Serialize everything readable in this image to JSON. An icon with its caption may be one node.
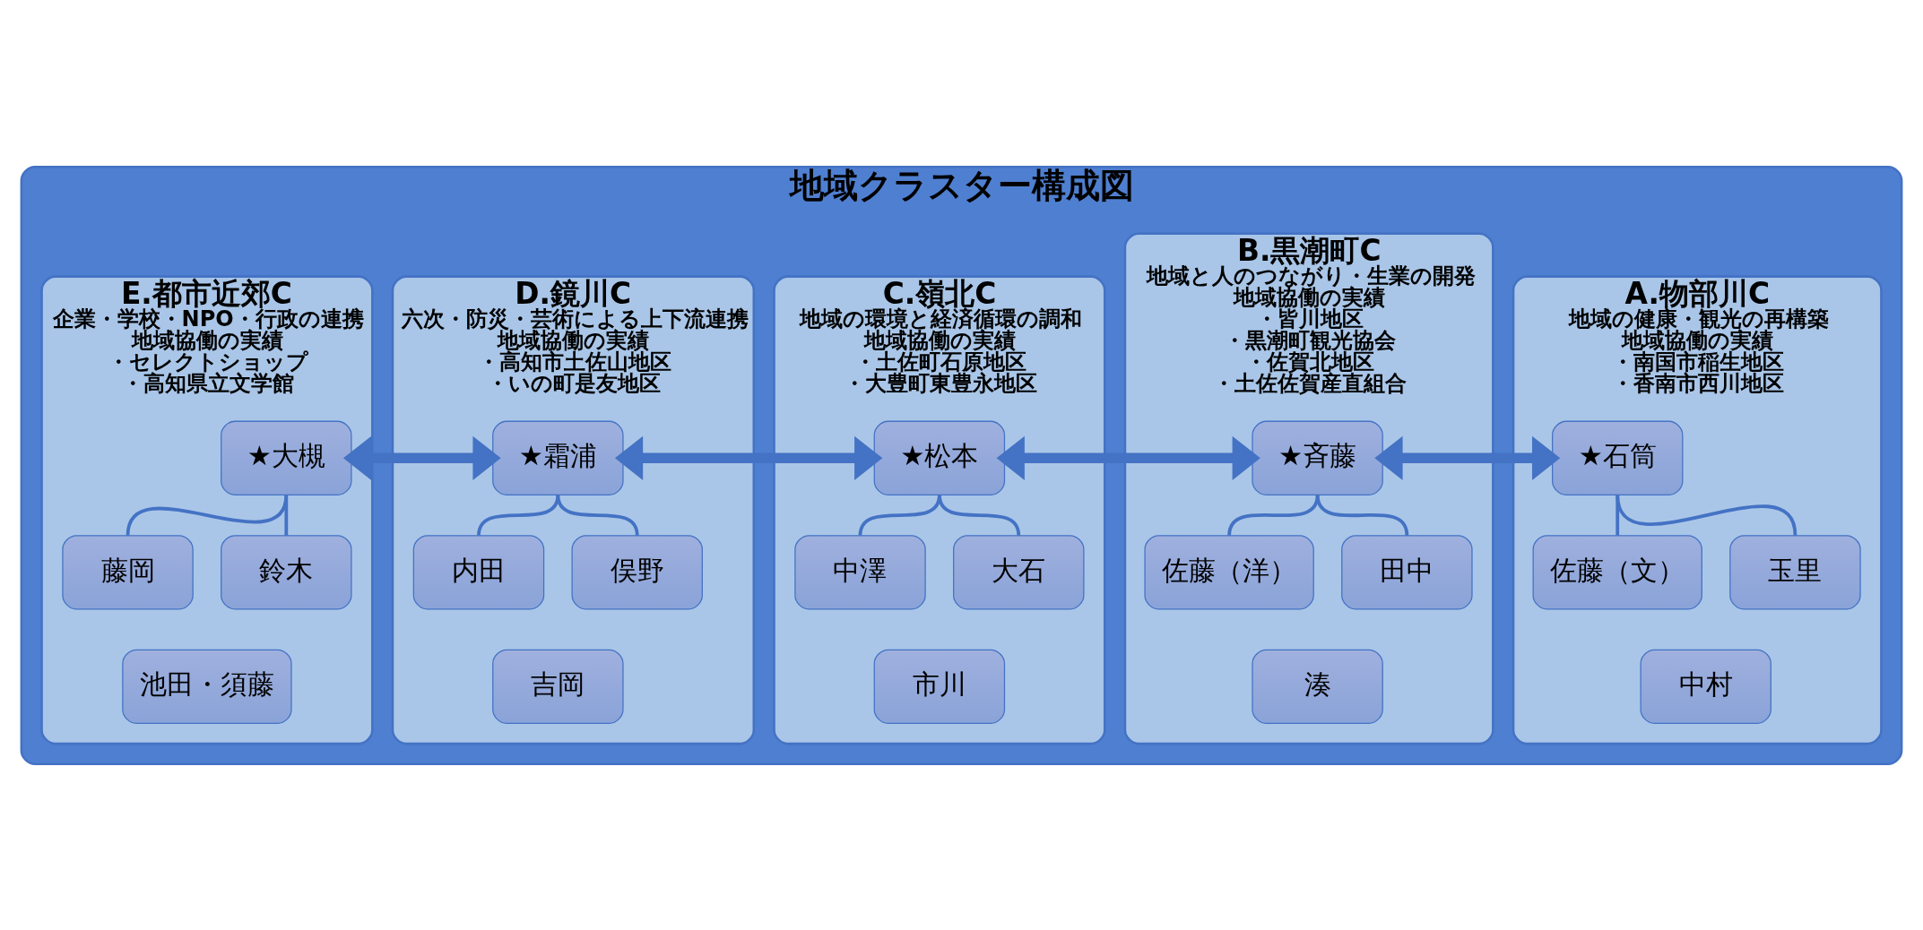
{
  "diagram": {
    "nodes": [
      {
        "text": [
          "地域クラスター構成図"
        ]
      },
      {
        "text": [
          "A.物部川C",
          "地域の健康・観光の再構築",
          "地域協働の実績",
          "・南国市稲生地区",
          "・香南市西川地区"
        ],
        "in": 0
      },
      {
        "text": [
          "★石筒"
        ],
        "in": 1
      },
      {
        "text": [
          "佐藤（文）"
        ],
        "in": 1
      },
      {
        "text": [
          "玉里"
        ],
        "in": 1
      },
      {
        "text": [
          "中村"
        ],
        "in": 1
      },
      {
        "text": [
          "B.黒潮町C",
          "地域と人のつながり・生業の開発",
          "地域協働の実績",
          "・皆川地区",
          "・黒潮町観光協会",
          "・佐賀北地区",
          "・土佐佐賀産直組合"
        ],
        "in": 0
      },
      {
        "text": [
          "★斉藤"
        ],
        "in": 6
      },
      {
        "text": [
          "佐藤（洋）"
        ],
        "in": 6
      },
      {
        "text": [
          "田中"
        ],
        "in": 6
      },
      {
        "text": [
          "湊"
        ],
        "in": 6
      },
      {
        "text": [
          "C.嶺北C",
          "地域の環境と経済循環の調和",
          "地域協働の実績",
          "・土佐町石原地区",
          "・大豊町東豊永地区"
        ],
        "in": 0
      },
      {
        "text": [
          "★松本"
        ],
        "in": 11
      },
      {
        "text": [
          "中澤"
        ],
        "in": 11
      },
      {
        "text": [
          "大石"
        ],
        "in": 11
      },
      {
        "text": [
          "市川"
        ],
        "in": 11
      },
      {
        "text": [
          "D.鏡川C",
          "六次・防災・芸術による上下流連携",
          "地域協働の実績",
          "・高知市土佐山地区",
          "・いの町是友地区"
        ],
        "in": 0
      },
      {
        "text": [
          "★霜浦"
        ],
        "in": 16
      },
      {
        "text": [
          "内田"
        ],
        "in": 16
      },
      {
        "text": [
          "俣野"
        ],
        "in": 16
      },
      {
        "text": [
          "吉岡"
        ],
        "in": 16
      },
      {
        "text": [
          "E.都市近郊C",
          "企業・学校・NPO・行政の連携",
          "地域協働の実績",
          "・セレクトショップ",
          "・高知県立文学館"
        ],
        "in": 0
      },
      {
        "text": [
          "★大槻"
        ],
        "in": 21
      },
      {
        "text": [
          "藤岡"
        ],
        "in": 21
      },
      {
        "text": [
          "鈴木"
        ],
        "in": 21
      },
      {
        "text": [
          "池田・須藤"
        ],
        "in": 21
      }
    ],
    "edges": [
      {
        "from": 2,
        "to": 7,
        "arrow": "both",
        "style": "thick"
      },
      {
        "from": 7,
        "to": 12,
        "arrow": "both",
        "style": "thick"
      },
      {
        "from": 12,
        "to": 17,
        "arrow": "both",
        "style": "thick"
      },
      {
        "from": 17,
        "to": 22,
        "arrow": "both",
        "style": "thick"
      },
      {
        "from": 2,
        "to": 3,
        "arrow": "none"
      },
      {
        "from": 2,
        "to": 4,
        "arrow": "none"
      },
      {
        "from": 7,
        "to": 8,
        "arrow": "none"
      },
      {
        "from": 7,
        "to": 9,
        "arrow": "none"
      },
      {
        "from": 12,
        "to": 13,
        "arrow": "none"
      },
      {
        "from": 12,
        "to": 14,
        "arrow": "none"
      },
      {
        "from": 17,
        "to": 18,
        "arrow": "none"
      },
      {
        "from": 17,
        "to": 19,
        "arrow": "none"
      },
      {
        "from": 22,
        "to": 23,
        "arrow": "none"
      },
      {
        "from": 22,
        "to": 24,
        "arrow": "none"
      }
    ]
  }
}
